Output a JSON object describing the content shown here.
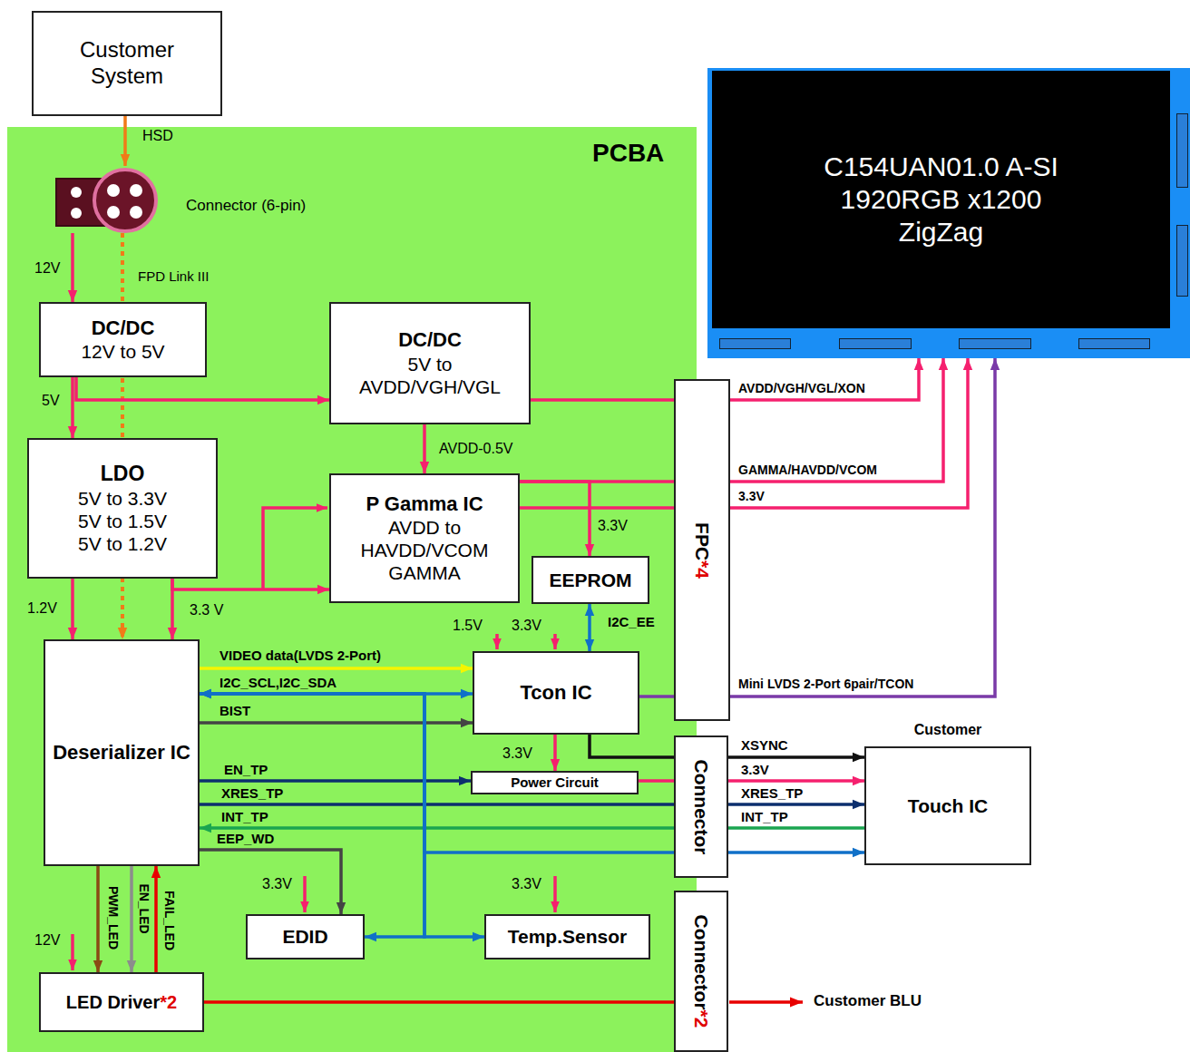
{
  "diagram": {
    "nodes": [
      {
        "text": [
          "Customer System"
        ]
      },
      {
        "text": [
          "PCBA"
        ]
      },
      {
        "text": [
          "Connector (6-pin)"
        ],
        "in": 1
      },
      {
        "text": [
          "DC/DC",
          "12V to 5V"
        ],
        "in": 1
      },
      {
        "text": [
          "DC/DC",
          "5V to AVDD/VGH/VGL"
        ],
        "in": 1
      },
      {
        "text": [
          "LDO",
          "5V to 3.3V 5V to 1.5V 5V to 1.2V"
        ],
        "in": 1
      },
      {
        "text": [
          "P Gamma IC",
          "AVDD to HAVDD/VCOM GAMMA"
        ],
        "in": 1
      },
      {
        "text": [
          "EEPROM"
        ],
        "in": 1
      },
      {
        "text": [
          "FPC",
          "*4"
        ],
        "in": 1
      },
      {
        "text": [
          "Tcon IC"
        ],
        "in": 1
      },
      {
        "text": [
          "Deserializer IC"
        ],
        "in": 1
      },
      {
        "text": [
          "Power Circuit"
        ],
        "in": 1
      },
      {
        "text": [
          "Connector"
        ],
        "in": 1
      },
      {
        "text": [
          "EDID"
        ],
        "in": 1
      },
      {
        "text": [
          "Temp.Sensor"
        ],
        "in": 1
      },
      {
        "text": [
          "LED Driver",
          "*2"
        ],
        "in": 1
      },
      {
        "text": [
          "Connector",
          "*2"
        ],
        "in": 1
      },
      {
        "text": [
          "C154UAN01.0 A-SI 1920RGB x1200 ZigZag"
        ]
      },
      {
        "text": [
          "Customer",
          "Touch IC"
        ]
      }
    ],
    "edges": [
      {
        "from": 0,
        "to": 2,
        "label": "HSD",
        "arrow": "to"
      },
      {
        "from": 2,
        "to": 3,
        "label": "12V",
        "arrow": "to"
      },
      {
        "from": 2,
        "to": 10,
        "label": "FPD Link III",
        "arrow": "to"
      },
      {
        "from": 3,
        "to": 5,
        "label": "5V",
        "arrow": "to"
      },
      {
        "from": 3,
        "to": 4,
        "arrow": "to"
      },
      {
        "from": 4,
        "to": 6,
        "label": "AVDD-0.5V",
        "arrow": "to"
      },
      {
        "from": 4,
        "to": 8,
        "arrow": "none"
      },
      {
        "from": 8,
        "to": 17,
        "label": "AVDD/VGH/VGL/XON",
        "arrow": "to"
      },
      {
        "from": 6,
        "to": 8,
        "arrow": "none"
      },
      {
        "from": 8,
        "to": 17,
        "label": "GAMMA/HAVDD/VCOM",
        "arrow": "to"
      },
      {
        "from": 6,
        "to": 8,
        "arrow": "none"
      },
      {
        "from": 8,
        "to": 17,
        "label": "3.3V",
        "arrow": "to"
      },
      {
        "from": 6,
        "to": 7,
        "label": "3.3V",
        "arrow": "to"
      },
      {
        "from": 7,
        "to": 9,
        "label": "I2C_EE",
        "arrow": "both"
      },
      {
        "from": 10,
        "to": 9,
        "label": "VIDEO data(LVDS 2-Port)",
        "arrow": "to"
      },
      {
        "from": 10,
        "to": 9,
        "label": "I2C_SCL,I2C_SDA",
        "arrow": "both"
      },
      {
        "from": 10,
        "to": 9,
        "label": "BIST",
        "arrow": "to"
      },
      {
        "from": 9,
        "to": 8,
        "arrow": "none"
      },
      {
        "from": 8,
        "to": 17,
        "label": "Mini LVDS 2-Port 6pair/TCON",
        "arrow": "to"
      },
      {
        "from": 9,
        "to": 12,
        "arrow": "none"
      },
      {
        "from": 12,
        "to": 18,
        "label": "XSYNC",
        "arrow": "to"
      },
      {
        "from": 9,
        "to": 11,
        "label": "3.3V",
        "arrow": "to"
      },
      {
        "from": 10,
        "to": 11,
        "label": "EN_TP",
        "arrow": "to"
      },
      {
        "from": 11,
        "to": 12,
        "arrow": "none"
      },
      {
        "from": 12,
        "to": 18,
        "label": "3.3V",
        "arrow": "to"
      },
      {
        "from": 10,
        "to": 12,
        "label": "XRES_TP",
        "arrow": "none"
      },
      {
        "from": 12,
        "to": 18,
        "label": "XRES_TP",
        "arrow": "to"
      },
      {
        "from": 18,
        "to": 12,
        "label": "INT_TP",
        "arrow": "none"
      },
      {
        "from": 12,
        "to": 10,
        "label": "INT_TP",
        "arrow": "to"
      },
      {
        "from": 10,
        "to": 13,
        "label": "EEP_WD",
        "arrow": "to"
      },
      {
        "from": 10,
        "to": 13,
        "arrow": "both"
      },
      {
        "from": 10,
        "to": 14,
        "arrow": "both"
      },
      {
        "from": 10,
        "to": 12,
        "arrow": "none"
      },
      {
        "from": 12,
        "to": 18,
        "arrow": "to"
      },
      {
        "from": 10,
        "to": 15,
        "label": "PWM_LED",
        "arrow": "to"
      },
      {
        "from": 10,
        "to": 15,
        "label": "EN_LED",
        "arrow": "to"
      },
      {
        "from": 15,
        "to": 10,
        "label": "FAIL_LED",
        "arrow": "to"
      },
      {
        "from": 15,
        "to": 16,
        "arrow": "none"
      },
      {
        "from": 5,
        "to": 6,
        "arrow": "to"
      },
      {
        "from": 5,
        "to": 10,
        "label": "1.2V",
        "arrow": "to"
      },
      {
        "from": 5,
        "to": 10,
        "label": "3.3 V",
        "arrow": "to"
      }
    ],
    "labels": [
      "1.5V",
      "3.3V",
      "3.3V",
      "3.3V",
      "12V",
      "Customer BLU"
    ]
  }
}
